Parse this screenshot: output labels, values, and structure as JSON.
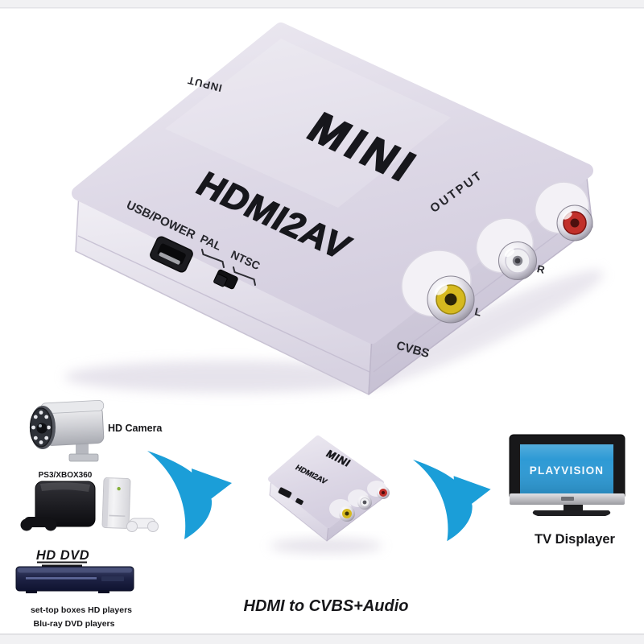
{
  "product": {
    "brand_logo": "MINI",
    "model": "HDMI2AV",
    "labels": {
      "input": "INPUT",
      "output": "OUTPUT",
      "usb_power": "USB/POWER",
      "pal": "PAL",
      "ntsc": "NTSC",
      "cvbs": "CVBS",
      "audio_left": "L",
      "audio_right": "R"
    }
  },
  "diagram": {
    "camera_label": "HD Camera",
    "consoles_label": "PS3/XBOX360",
    "hddvd_logo": "HD DVD",
    "sources_line1": "set-top boxes  HD players",
    "sources_line2": "Blu-ray DVD players",
    "converter": {
      "brand_logo": "MINI",
      "model": "HDMI2AV"
    },
    "tv_screen_text": "PLAYVISION",
    "tv_label": "TV Displayer",
    "caption": "HDMI to CVBS+Audio"
  },
  "colors": {
    "arrow_blue": "#1b9ed8",
    "tv_screen_blue": "#2e9ad5",
    "rca_yellow": "#d6b91f",
    "rca_red": "#c1302a",
    "logo_black": "#17171c"
  }
}
